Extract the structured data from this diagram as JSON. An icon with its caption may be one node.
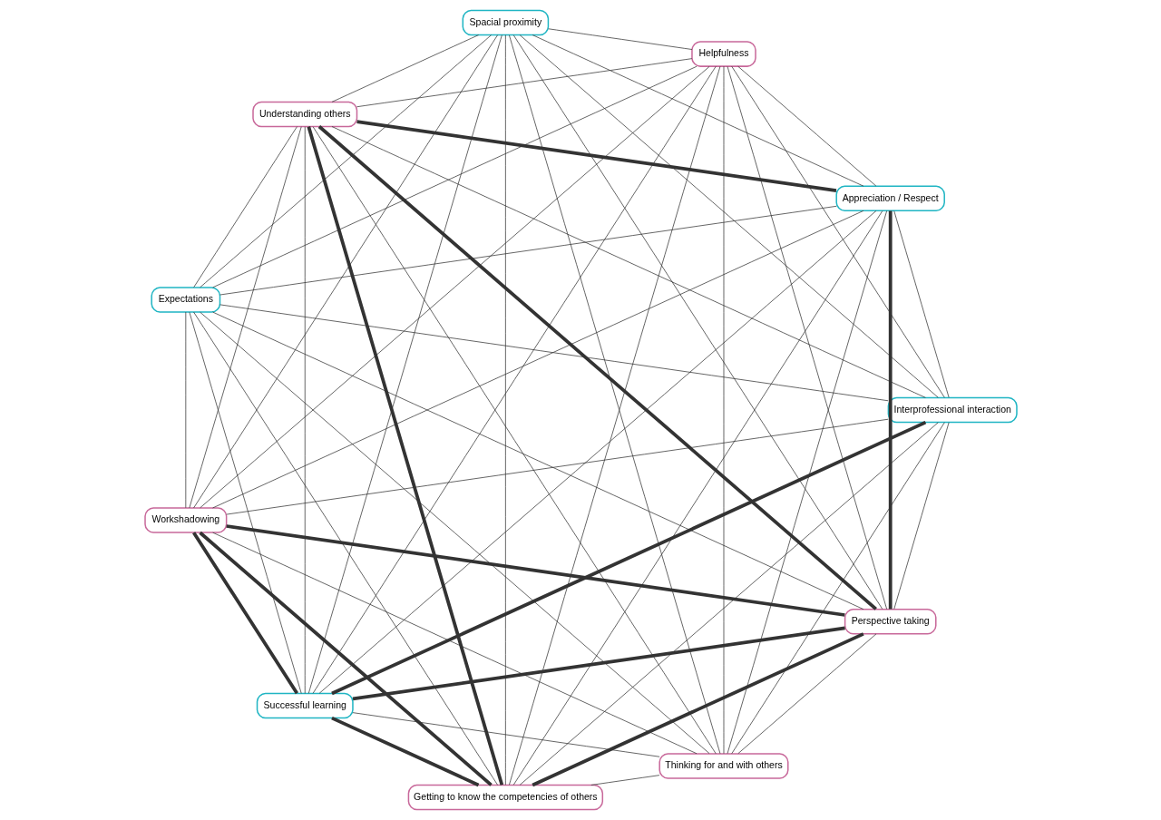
{
  "diagram": {
    "nodes": [
      {
        "text": [
          "Perspective taking"
        ]
      },
      {
        "text": [
          "Interprofessional interaction"
        ]
      },
      {
        "text": [
          "Getting to know the competencies of others"
        ]
      },
      {
        "text": [
          "Successful learning"
        ]
      },
      {
        "text": [
          "Workshadowing"
        ]
      },
      {
        "text": [
          "Expectations"
        ]
      },
      {
        "text": [
          "Understanding others"
        ]
      },
      {
        "text": [
          "Spacial proximity"
        ]
      },
      {
        "text": [
          "Helpfulness"
        ]
      },
      {
        "text": [
          "Appreciation / Respect"
        ]
      },
      {
        "text": [
          "Thinking for and with others"
        ]
      }
    ],
    "edges": [
      {
        "from": 0,
        "to": 1,
        "arrow": "none"
      },
      {
        "from": 0,
        "to": 2,
        "arrow": "none",
        "style": "thick"
      },
      {
        "from": 0,
        "to": 3,
        "arrow": "none",
        "style": "thick"
      },
      {
        "from": 0,
        "to": 4,
        "arrow": "none",
        "style": "thick"
      },
      {
        "from": 0,
        "to": 5,
        "arrow": "none"
      },
      {
        "from": 0,
        "to": 6,
        "arrow": "none",
        "style": "thick"
      },
      {
        "from": 0,
        "to": 7,
        "arrow": "none"
      },
      {
        "from": 0,
        "to": 8,
        "arrow": "none"
      },
      {
        "from": 0,
        "to": 9,
        "arrow": "none",
        "style": "thick"
      },
      {
        "from": 0,
        "to": 10,
        "arrow": "none"
      },
      {
        "from": 1,
        "to": 2,
        "arrow": "none"
      },
      {
        "from": 1,
        "to": 3,
        "arrow": "none",
        "style": "thick"
      },
      {
        "from": 1,
        "to": 4,
        "arrow": "none"
      },
      {
        "from": 1,
        "to": 5,
        "arrow": "none"
      },
      {
        "from": 1,
        "to": 6,
        "arrow": "none"
      },
      {
        "from": 1,
        "to": 7,
        "arrow": "none"
      },
      {
        "from": 1,
        "to": 8,
        "arrow": "none"
      },
      {
        "from": 1,
        "to": 9,
        "arrow": "none"
      },
      {
        "from": 1,
        "to": 10,
        "arrow": "none"
      },
      {
        "from": 2,
        "to": 3,
        "arrow": "none",
        "style": "thick"
      },
      {
        "from": 2,
        "to": 4,
        "arrow": "none",
        "style": "thick"
      },
      {
        "from": 2,
        "to": 5,
        "arrow": "none"
      },
      {
        "from": 2,
        "to": 6,
        "arrow": "none",
        "style": "thick"
      },
      {
        "from": 2,
        "to": 7,
        "arrow": "none"
      },
      {
        "from": 2,
        "to": 8,
        "arrow": "none"
      },
      {
        "from": 2,
        "to": 9,
        "arrow": "none"
      },
      {
        "from": 2,
        "to": 10,
        "arrow": "none"
      },
      {
        "from": 3,
        "to": 4,
        "arrow": "none",
        "style": "thick"
      },
      {
        "from": 3,
        "to": 5,
        "arrow": "none"
      },
      {
        "from": 3,
        "to": 6,
        "arrow": "none"
      },
      {
        "from": 3,
        "to": 7,
        "arrow": "none"
      },
      {
        "from": 3,
        "to": 8,
        "arrow": "none"
      },
      {
        "from": 3,
        "to": 9,
        "arrow": "none"
      },
      {
        "from": 3,
        "to": 10,
        "arrow": "none"
      },
      {
        "from": 4,
        "to": 5,
        "arrow": "none"
      },
      {
        "from": 4,
        "to": 6,
        "arrow": "none"
      },
      {
        "from": 4,
        "to": 7,
        "arrow": "none"
      },
      {
        "from": 4,
        "to": 8,
        "arrow": "none"
      },
      {
        "from": 4,
        "to": 9,
        "arrow": "none"
      },
      {
        "from": 4,
        "to": 10,
        "arrow": "none"
      },
      {
        "from": 5,
        "to": 6,
        "arrow": "none"
      },
      {
        "from": 5,
        "to": 7,
        "arrow": "none"
      },
      {
        "from": 5,
        "to": 8,
        "arrow": "none"
      },
      {
        "from": 5,
        "to": 9,
        "arrow": "none"
      },
      {
        "from": 5,
        "to": 10,
        "arrow": "none"
      },
      {
        "from": 6,
        "to": 7,
        "arrow": "none"
      },
      {
        "from": 6,
        "to": 8,
        "arrow": "none"
      },
      {
        "from": 6,
        "to": 9,
        "arrow": "none",
        "style": "thick"
      },
      {
        "from": 6,
        "to": 10,
        "arrow": "none"
      },
      {
        "from": 7,
        "to": 8,
        "arrow": "none"
      },
      {
        "from": 7,
        "to": 9,
        "arrow": "none"
      },
      {
        "from": 7,
        "to": 10,
        "arrow": "none"
      },
      {
        "from": 8,
        "to": 9,
        "arrow": "none"
      },
      {
        "from": 8,
        "to": 10,
        "arrow": "none"
      },
      {
        "from": 9,
        "to": 10,
        "arrow": "none"
      }
    ]
  }
}
